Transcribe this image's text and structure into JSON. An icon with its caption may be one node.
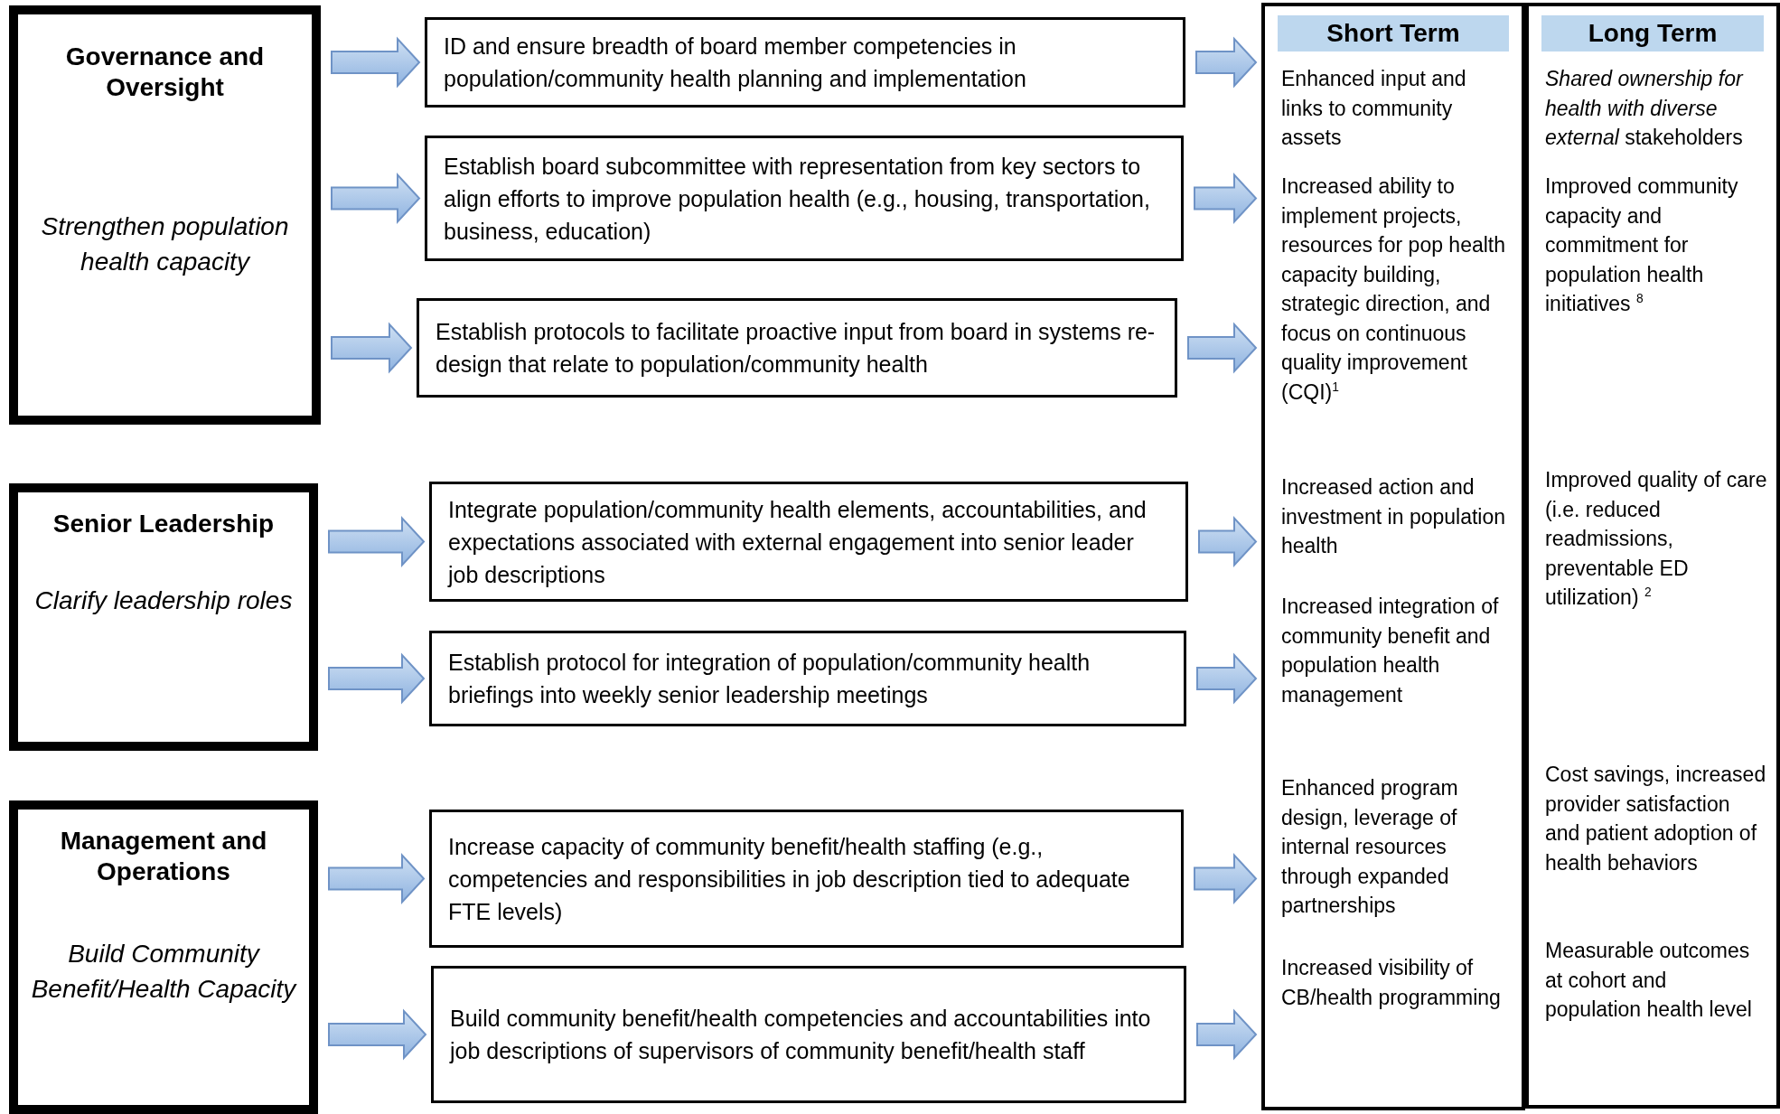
{
  "diagram": {
    "nodes": [
      {
        "text": [
          "Governance and Oversight",
          "Strengthen population health capacity"
        ]
      },
      {
        "text": [
          "ID and ensure breadth of board member competencies in population/community health planning and implementation"
        ]
      },
      {
        "text": [
          "Establish board subcommittee with representation from key sectors to align efforts to improve population health (e.g., housing, transportation, business, education)"
        ]
      },
      {
        "text": [
          "Establish protocols to facilitate proactive input from board in systems re-design that relate to population/community health"
        ]
      },
      {
        "text": [
          "Senior Leadership",
          "Clarify leadership roles"
        ]
      },
      {
        "text": [
          "Integrate population/community health elements, accountabilities, and expectations associated with external engagement into senior leader job descriptions"
        ]
      },
      {
        "text": [
          "Establish protocol for integration of population/community health briefings into weekly senior leadership meetings"
        ]
      },
      {
        "text": [
          "Management and Operations",
          "Build Community Benefit/Health Capacity"
        ]
      },
      {
        "text": [
          "Increase capacity of community benefit/health staffing (e.g., competencies and responsibilities in job description tied to adequate FTE levels)"
        ]
      },
      {
        "text": [
          "Build community benefit/health competencies and accountabilities into job descriptions of supervisors of community benefit/health staff"
        ]
      },
      {
        "text": [
          "Short Term",
          "Enhanced input and links to community assets",
          "Increased ability to implement projects, resources for pop health capacity building, strategic direction, and focus on continuous quality improvement (CQI)$^{1}$",
          "Increased action and investment in population health",
          "Increased integration of community benefit and population health management",
          "Enhanced program design, leverage of internal resources through expanded partnerships",
          "Increased visibility of CB/health programming"
        ]
      },
      {
        "text": [
          "Long Term",
          "*Shared ownership for health with diverse external* stakeholders",
          "Improved community capacity and commitment for population health initiatives $^{8}$",
          "Improved quality of care (i.e. reduced readmissions, preventable ED utilization) $^{2}$",
          "Cost savings, increased provider satisfaction and patient adoption of health behaviors",
          "Measurable outcomes at cohort and population health level"
        ]
      }
    ],
    "edges": [
      {
        "from": 0,
        "to": 1,
        "arrow": "to"
      },
      {
        "from": 0,
        "to": 2,
        "arrow": "to"
      },
      {
        "from": 0,
        "to": 3,
        "arrow": "to"
      },
      {
        "from": 4,
        "to": 5,
        "arrow": "to"
      },
      {
        "from": 4,
        "to": 6,
        "arrow": "to"
      },
      {
        "from": 7,
        "to": 8,
        "arrow": "to"
      },
      {
        "from": 7,
        "to": 9,
        "arrow": "to"
      },
      {
        "from": 1,
        "to": 10,
        "arrow": "to"
      },
      {
        "from": 2,
        "to": 10,
        "arrow": "to"
      },
      {
        "from": 3,
        "to": 10,
        "arrow": "to"
      },
      {
        "from": 5,
        "to": 10,
        "arrow": "to"
      },
      {
        "from": 6,
        "to": 10,
        "arrow": "to"
      },
      {
        "from": 8,
        "to": 10,
        "arrow": "to"
      },
      {
        "from": 9,
        "to": 10,
        "arrow": "to"
      }
    ]
  }
}
